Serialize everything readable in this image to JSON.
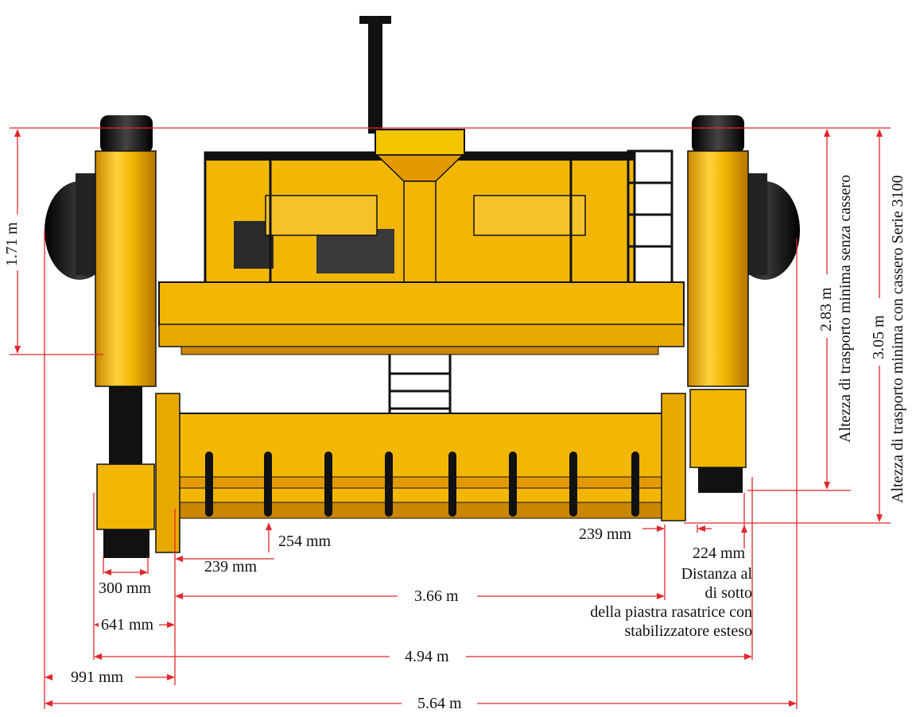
{
  "colors": {
    "machine_yellow": "#f2b705",
    "machine_orange": "#e39a00",
    "machine_dark": "#1a1a1a",
    "dimension_red": "#e3262b"
  },
  "dimensions": {
    "d_171": "1.71 m",
    "d_283": "2.83 m",
    "d_305": "3.05 m",
    "d_254": "254 mm",
    "d_239_left": "239 mm",
    "d_239_right": "239 mm",
    "d_224": "224 mm",
    "d_300": "300 mm",
    "d_641": "641 mm",
    "d_991": "991 mm",
    "d_366": "3.66 m",
    "d_494": "4.94 m",
    "d_564": "5.64 m"
  },
  "labels": {
    "altezza_senza": "Altezza di trasporto minima senza cassero",
    "altezza_con": "Altezza di trasporto minima con cassero Serie 3100",
    "note_line1": "Distanza al",
    "note_line2": "di sotto",
    "note_line3": "della piastra rasatrice con",
    "note_line4": "stabilizzatore esteso"
  }
}
